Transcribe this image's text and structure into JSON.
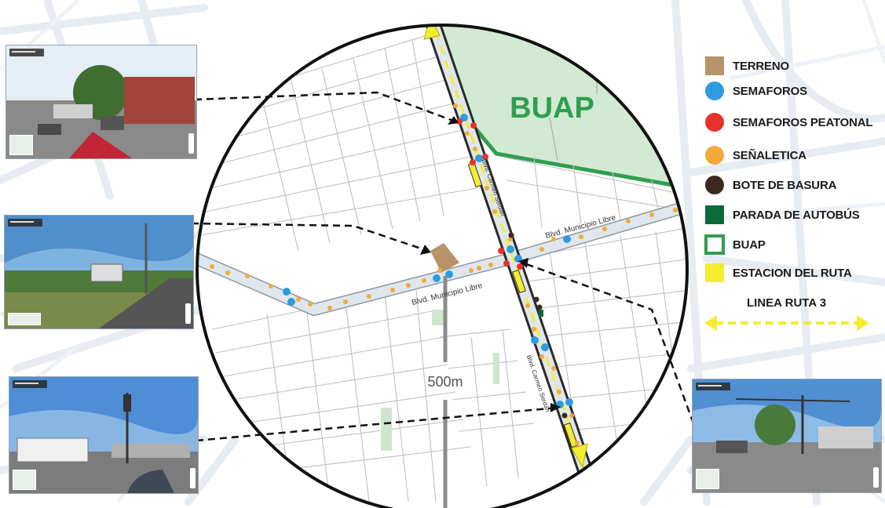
{
  "map": {
    "campus_label": "BUAP",
    "scale_label": "500m",
    "street_labels": [
      {
        "text": "Blvd. Municipio Libre"
      },
      {
        "text": "Blvd. Municipio Libre"
      },
      {
        "text": "Blvd. Carmen Serdán"
      },
      {
        "text": "Blvd. Carmen Serdán"
      }
    ]
  },
  "legend": {
    "items": [
      {
        "label": "TERRENO",
        "symbol": "square",
        "color": "#b8936a"
      },
      {
        "label": "SEMAFOROS",
        "symbol": "dot",
        "color": "#2f9be0"
      },
      {
        "label": "SEMAFOROS PEATONAL",
        "symbol": "dot",
        "color": "#e8312a"
      },
      {
        "label": "SEÑALETICA",
        "symbol": "dot",
        "color": "#f4a93b"
      },
      {
        "label": "BOTE DE BASURA",
        "symbol": "dot",
        "color": "#3b2a1f"
      },
      {
        "label": "PARADA DE AUTOBÚS",
        "symbol": "square",
        "color": "#0f6a3a"
      },
      {
        "label": "BUAP",
        "symbol": "ring",
        "color": "#2f9e4f"
      },
      {
        "label": "ESTACION DEL RUTA",
        "symbol": "square",
        "color": "#f4ec2f"
      }
    ],
    "route": {
      "label": "LINEA RUTA 3",
      "color": "#f4ec2f"
    }
  },
  "photos": [
    {
      "name": "photo-north-intersection"
    },
    {
      "name": "photo-west-boulevard"
    },
    {
      "name": "photo-southwest-street"
    },
    {
      "name": "photo-southeast-intersection"
    }
  ]
}
